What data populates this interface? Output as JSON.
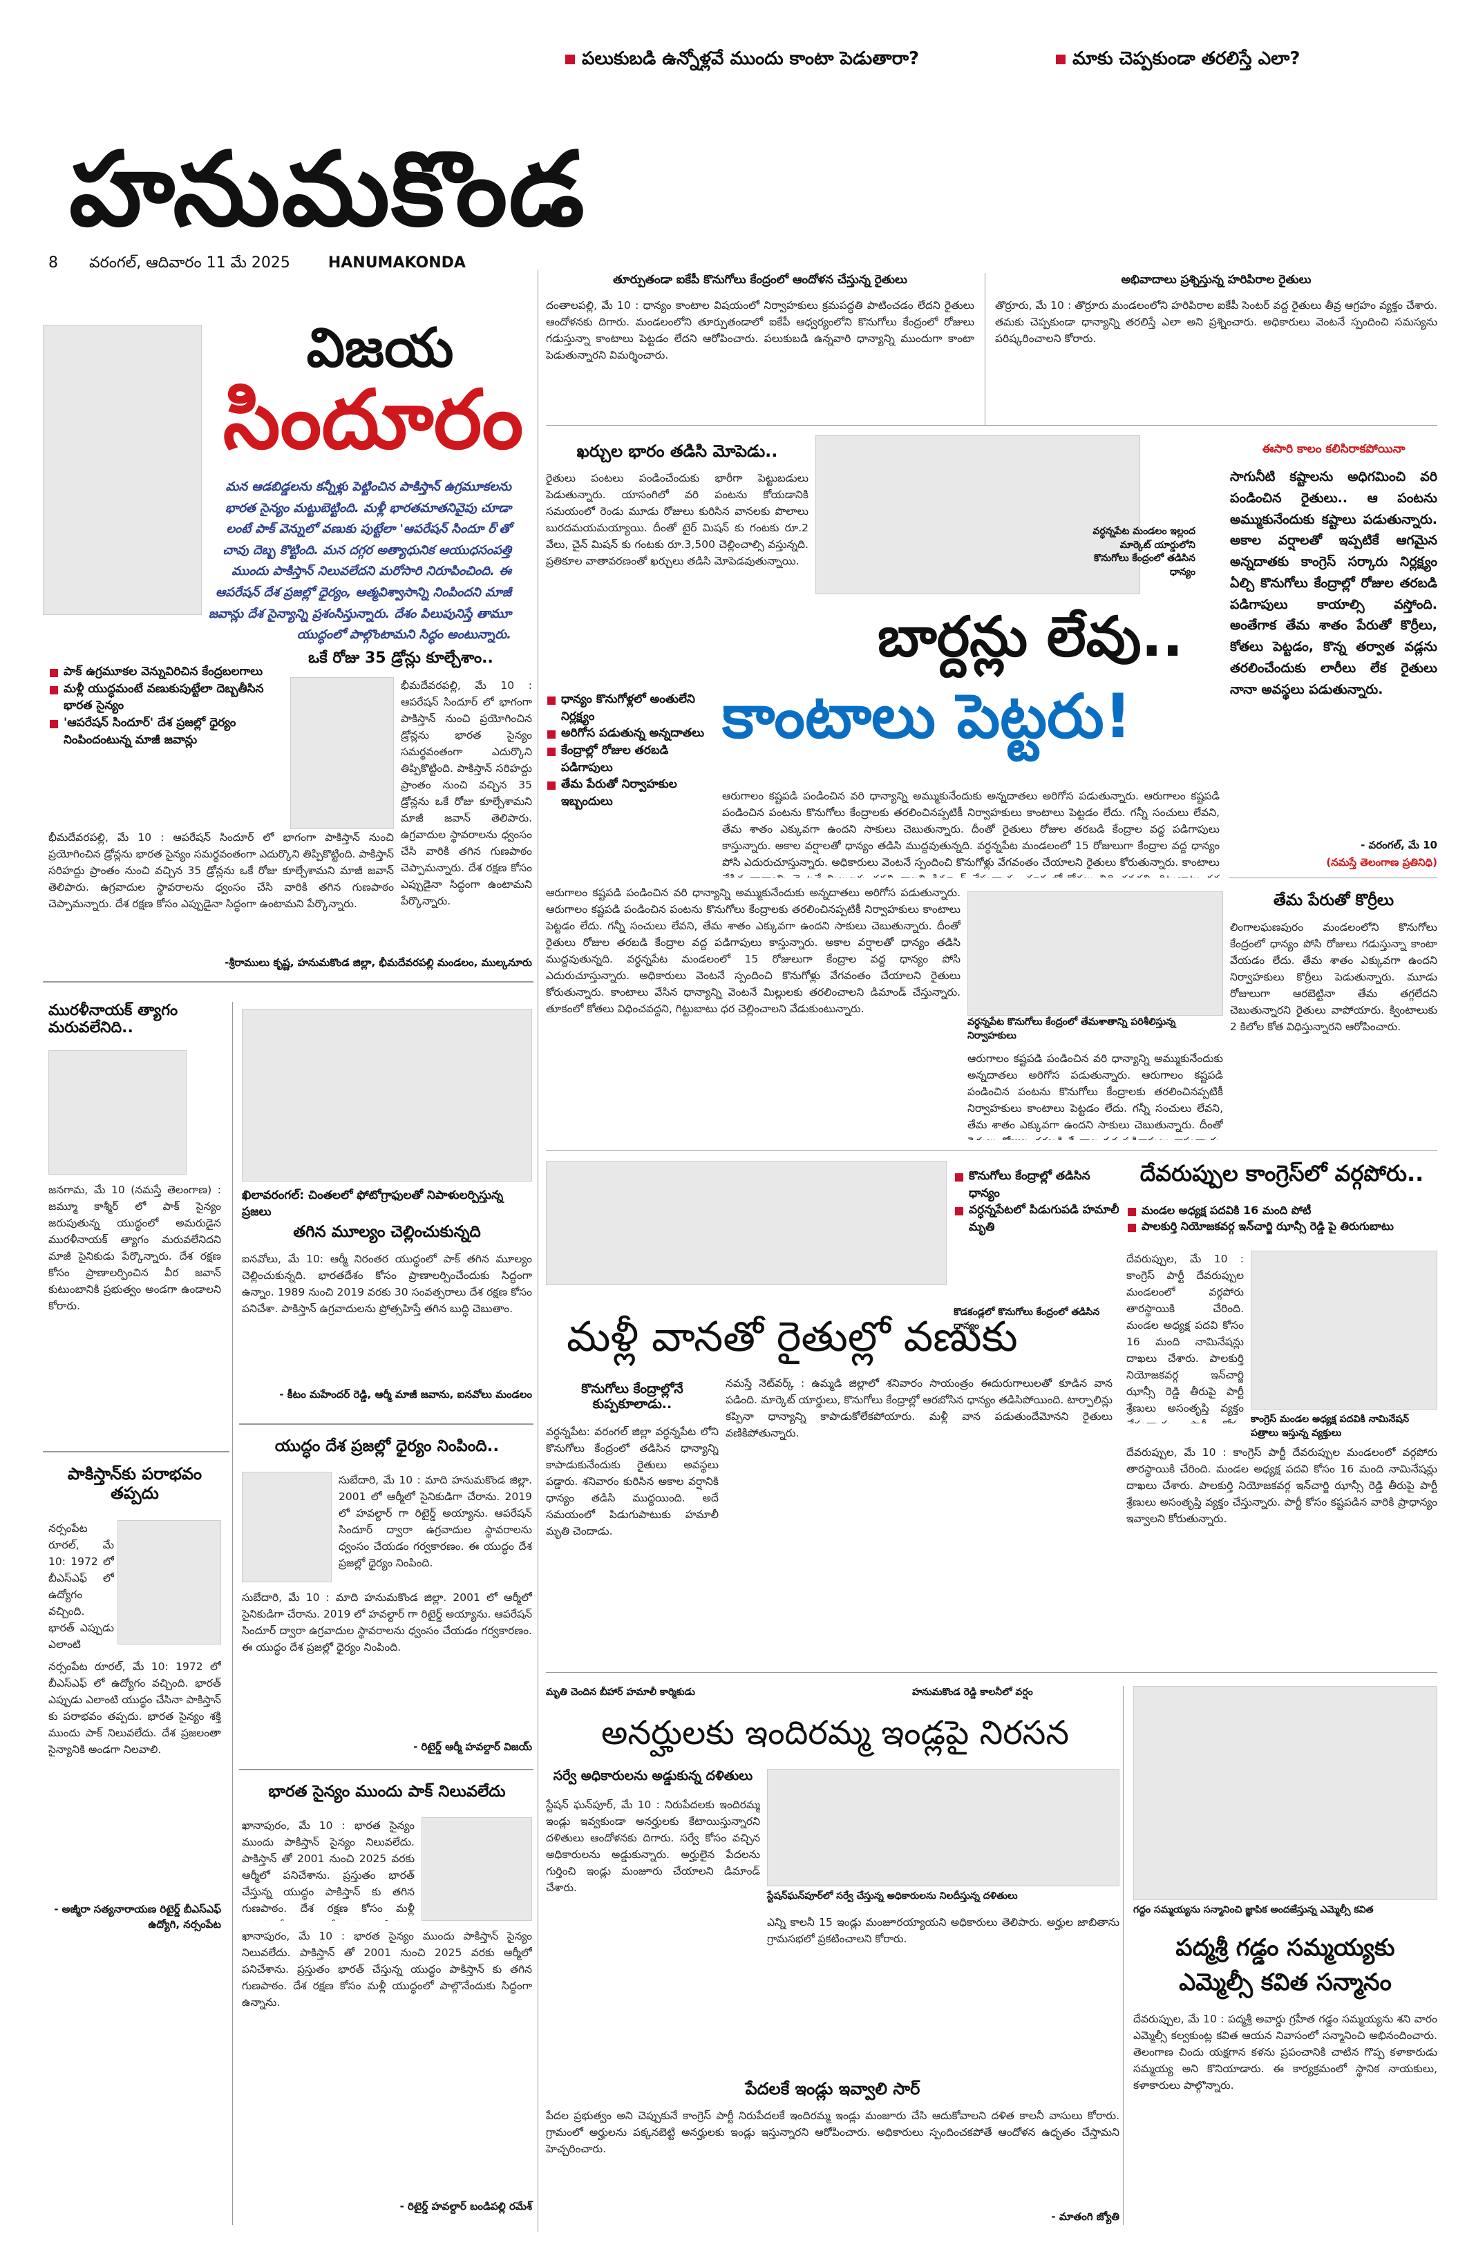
{
  "teasers": [
    "పలుకుబడి ఉన్నోళ్లవే ముందు కాంటా పెడుతారా?",
    "మాకు చెప్పకుండా తరలిస్తే ఎలా?"
  ],
  "masthead": {
    "title": "హనుమకొండ",
    "page": "8",
    "date": "వరంగల్, ఆదివారం 11 మే 2025",
    "edition": "HANUMAKONDA"
  },
  "vijaya": {
    "title1": "విజయ",
    "title2": "సిందూరం",
    "intro": "మన ఆడబిడ్డలను కన్నీళ్లు పెట్టించిన పాకిస్తాన్ ఉగ్రమూకలను భారత సైన్యం మట్టుబెట్టింది. మళ్లీ భారతమాతనివైపు చూడా లంటే పాక్ వెన్నులో వణుకు పుట్టేలా 'ఆపరేషన్ సిందూ ర్'తో చావు దెబ్బ కొట్టింది. మన దగ్గర అత్యాధునిక ఆయుధసంపత్తి ముందు పాకిస్తాన్ నిలువలేదని మరోసారి నిరూపించింది. ఈ ఆపరేషన్ దేశ ప్రజల్లో ధైర్యం, ఆత్మవిశ్వాసాన్ని నింపిందని మాజీ జవాన్లు దేశ సైన్యాన్ని ప్రశంసిస్తున్నారు. దేశం పిలుపునిస్తే తామూ యుద్ధంలో పాల్గొంటామని సిద్ధం అంటున్నారు."
  },
  "drones": {
    "headline": "ఒకే రోజు 35 డ్రోన్లు కూల్చేశాం..",
    "bullets": [
      "పాక్ ఉగ్రమూకల వెన్నువిరిచిన కేంద్రబలగాలు",
      "మళ్లీ యుద్ధమంటే వణుకుపుట్టేలా దెబ్బతీసిన భారత సైన్యం",
      "'ఆపరేషన్ సిందూర్' దేశ ప్రజల్లో ధైర్యం నింపిందంటున్న మాజీ జవాన్లు"
    ],
    "body": "భీమదేవరపల్లి, మే 10 : ఆపరేషన్ సిందూర్ లో భాగంగా పాకిస్తాన్ నుంచి ప్రయోగించిన డ్రోన్లను భారత సైన్యం సమర్థవంతంగా ఎదుర్కొని తిప్పికొట్టింది. పాకిస్తాన్ సరిహద్దు ప్రాంతం నుంచి వచ్చిన 35 డ్రోన్లను ఒకే రోజు కూల్చేశామని మాజీ జవాన్ తెలిపారు. ఉగ్రవాదుల స్థావరాలను ధ్వంసం చేసి వారికి తగిన గుణపాఠం చెప్పామన్నారు. దేశ రక్షణ కోసం ఎప్పుడైనా సిద్ధంగా ఉంటామని పేర్కొన్నారు.",
    "credit": "-శ్రీరాములు కృష్ణ, హనుమకొండ జిల్లా, భీమదేవరపల్లి మండలం, ముల్కనూరు"
  },
  "murali": {
    "headline": "మురళీనాయక్ త్యాగం మరువలేనిది..",
    "body": "జనగామ, మే 10 (నమస్తే తెలంగాణ) : జమ్మూ కాశ్మీర్ లో పాక్ సైన్యం జరుపుతున్న యుద్ధంలో అమరుడైన మురళీనాయక్ త్యాగం మరువలేనిదని మాజీ సైనికుడు పేర్కొన్నారు. దేశ రక్షణ కోసం ప్రాణాలర్పించిన వీర జవాన్ కుటుంబానికి ప్రభుత్వం అండగా ఉండాలని కోరారు."
  },
  "pakistan": {
    "headline": "పాకిస్తాన్‌కు పరాభవం తప్పదు",
    "body": "నర్సంపేట రూరల్, మే 10: 1972 లో బీఎస్ఎఫ్ లో ఉద్యోగం వచ్చింది. భారత్ ఎప్పుడు ఎలాంటి యుద్ధం చేసినా పాకిస్తాన్ కు పరాభవం తప్పదు. భారత సైన్యం శక్తి ముందు పాక్ నిలువలేదు. దేశ ప్రజలంతా సైన్యానికి అండగా నిలవాలి.",
    "credit": "- అజ్మీరా సత్యనారాయణ రిటైర్డ్ బీఎస్ఎఫ్ ఉద్యోగి, నర్సంపేట"
  },
  "tagina": {
    "kicker": "ఖిలావరంగల్: చింతలలో ఫోటోగ్రాఫులతో నిపాళులర్పిస్తున్న ప్రజలు",
    "headline": "తగిన మూల్యం చెల్లించుకున్నది",
    "body": "ఐనవోలు, మే 10: ఆర్మీ నిరంతర యుద్ధంలో పాక్ తగిన మూల్యం చెల్లించుకున్నది. భారతదేశం కోసం ప్రాణాలర్పించేందుకు సిద్ధంగా ఉన్నాం. 1989 నుంచి 2019 వరకు 30 సంవత్సరాలు దేశ రక్షణ కోసం పనిచేశా. పాకిస్తాన్ ఉగ్రవాదులను ప్రోత్సహిస్తే తగిన బుద్ధి చెబుతాం.",
    "credit": "- కీటం మహేందర్ రెడ్డి, ఆర్మీ మాజీ జవాను, ఐనవోలు మండలం"
  },
  "yuddham": {
    "headline": "యుద్ధం దేశ ప్రజల్లో ధైర్యం నింపింది..",
    "body": "సుబేదారి, మే 10 : మాది హనుమకొండ జిల్లా. 2001 లో ఆర్మీలో సైనికుడిగా చేరాను. 2019 లో హవల్దార్ గా రిటైర్డ్ అయ్యాను. ఆపరేషన్ సిందూర్ ద్వారా ఉగ్రవాదుల స్థావరాలను ధ్వంసం చేయడం గర్వకారణం. ఈ యుద్ధం దేశ ప్రజల్లో ధైర్యం నింపింది.",
    "credit": "- రిటైర్డ్ ఆర్మీ హవల్దార్ విజయ్"
  },
  "bharata": {
    "headline": "భారత సైన్యం ముందు పాక్ నిలువలేదు",
    "body": "ఖానాపురం, మే 10 : భారత సైన్యం ముందు పాకిస్తాన్ సైన్యం నిలువలేదు. పాకిస్తాన్ తో 2001 నుంచి 2025 వరకు ఆర్మీలో పనిచేశాను. ప్రస్తుతం భారత్ చేస్తున్న యుద్ధం పాకిస్తాన్ కు తగిన గుణపాఠం. దేశ రక్షణ కోసం మళ్లీ యుద్ధంలో పాల్గొనేందుకు సిద్ధంగా ఉన్నాను.",
    "credit": "- రిటైర్డ్ హవల్దార్ బండిపల్లి రమేశ్"
  },
  "tur": {
    "kicker": "తూర్పుతండా ఐకేపీ కొనుగోలు కేంద్రంలో ఆందోళన చేస్తున్న రైతులు",
    "body": "దంతాలపల్లి, మే 10 : ధాన్యం కాంటాల విషయంలో నిర్వాహకులు క్రమపద్ధతి పాటించడం లేదని రైతులు ఆందోళనకు దిగారు. మండలంలోని తూర్పుతండాలో ఐకేపీ ఆధ్వర్యంలోని కొనుగోలు కేంద్రంలో రోజులు గడుస్తున్నా కాంటాలు పెట్టడం లేదని ఆరోపించారు. పలుకుబడి ఉన్నవారి ధాన్యాన్ని ముందుగా కాంటా పెడుతున్నారని విమర్శించారు."
  },
  "abhi": {
    "kicker": "అభివాదాలు ప్రశ్నిస్తున్న హరిపిరాల రైతులు",
    "body": "తొర్రూరు, మే 10 : తొర్రూరు మండలంలోని హరిపిరాల ఐకేపీ సెంటర్ వద్ద రైతులు తీవ్ర ఆగ్రహం వ్యక్తం చేశారు. తమకు చెప్పకుండా ధాన్యాన్ని తరలిస్తే ఎలా అని ప్రశ్నించారు. అధికారులు వెంటనే స్పందించి సమస్యను పరిష్కరించాలని కోరారు."
  },
  "kharchu": {
    "headline": "ఖర్చుల భారం తడిసి మోపెడు..",
    "body": "రైతులు పంటలు పండించేందుకు భారీగా పెట్టుబడులు పెడుతున్నారు. యాసంగిలో వరి పంటను కోయడానికి సమయంలో రెండు మూడు రోజులు కురిసిన వానలకు పొలాలు బురదమయమయ్యాయి. దీంతో టైర్ మిషన్ కు గంటకు రూ.2 వేలు, చైన్ మిషన్ కు గంటకు రూ.3,500 చెల్లించాల్సి వస్తున్నది. ప్రతికూల వాతావరణంతో ఖర్చులు తడిసి మోపెడవుతున్నాయి."
  },
  "bardan": {
    "line1": "బార్దన్లు లేవు..",
    "line2": "కాంటాలు పెట్టరు!",
    "photo_caption": "వర్ధన్నపేట మండలం ఇల్లంద మార్కెట్ యార్డులోని కొనుగోలు కేంద్రంలో తడిసిన ధాన్యం",
    "bullets": [
      "ధాన్యం కొనుగోళ్లలో అంతులేని నిర్లక్ష్యం",
      "అరిగోస పడుతున్న అన్నదాతలు",
      "కేంద్రాల్లో రోజుల తరబడి పడిగాపులు",
      "తేమ పేరుతో నిర్వాహకుల ఇబ్బందులు"
    ],
    "body": "ఆరుగాలం కష్టపడి పండించిన వరి ధాన్యాన్ని అమ్ముకునేందుకు అన్నదాతలు అరిగోస పడుతున్నారు. ఆరుగాలం కష్టపడి పండించిన పంటను కొనుగోలు కేంద్రాలకు తరలించినప్పటికీ నిర్వాహకులు కాంటాలు పెట్టడం లేదు. గన్నీ సంచులు లేవని, తేమ శాతం ఎక్కువగా ఉందని సాకులు చెబుతున్నారు. దీంతో రైతులు రోజుల తరబడి కేంద్రాల వద్ద పడిగాపులు కాస్తున్నారు. అకాల వర్షాలతో ధాన్యం తడిసి ముద్దవుతున్నది. వర్ధన్నపేట మండలంలో 15 రోజులుగా కేంద్రాల వద్ద ధాన్యం పోసి ఎదురుచూస్తున్నారు. అధికారులు వెంటనే స్పందించి కొనుగోళ్లు వేగవంతం చేయాలని రైతులు కోరుతున్నారు. కాంటాలు వేసిన ధాన్యాన్ని వెంటనే మిల్లులకు తరలించాలని డిమాండ్ చేస్తున్నారు. తూకంలో కోతలు విధించవద్దని, గిట్టుబాటు ధర చెల్లించాలని వేడుకుంటున్నారు."
  },
  "vardhanna_caption": "వర్ధన్నపేట కొనుగోలు కేంద్రంలో తేమశాతాన్ని పరిశీలిస్తున్న నిర్వాహకులు",
  "red_col": {
    "kicker": "ఈసారి కాలం కలిసిరాకపోయినా",
    "body": "సాగునీటి కష్టాలను అధిగమించి వరి పండించిన రైతులు.. ఆ పంటను అమ్ముకునేందుకు కష్టాలు పడుతున్నారు. అకాల వర్షాలతో ఇప్పటికే ఆగమైన అన్నదాతకు కాంగ్రెస్ సర్కారు నిర్లక్ష్యం ఏల్చి కొనుగోలు కేంద్రాల్లో రోజుల తరబడి పడిగాపులు కాయాల్సి వస్తోంది. అంతేగాక తేమ శాతం పేరుతో కొర్రీలు, కోతలు పెట్టడం, కొన్న తర్వాత వడ్లను తరలించేందుకు లారీలు లేక రైతులు నానా అవస్థలు పడుతున్నారు.",
    "credit": "- వరంగల్, మే 10",
    "credit2": "(నమస్తే తెలంగాణ ప్రతినిధి)"
  },
  "teema": {
    "headline": "తేమ పేరుతో కొర్రీలు",
    "body": "లింగాలఘణపురం మండలంలోని కొనుగోలు కేంద్రంలో ధాన్యం పోసి రోజులు గడుస్తున్నా కాంటా వేయడం లేదు. తేమ శాతం ఎక్కువగా ఉందని నిర్వాహకులు కొర్రీలు పెడుతున్నారు. మూడు రోజులుగా ఆరబెట్టినా తేమ తగ్గలేదని చెబుతున్నారని రైతులు వాపోయారు. క్వింటాలుకు 2 కిలోల కోత విధిస్తున్నారని ఆరోపించారు."
  },
  "konugolu": {
    "bullets": [
      "కొనుగోలు కేంద్రాల్లో తడిసిన ధాన్యం",
      "వర్ధన్నపేటలో పిడుగుపడి హమాలీ మృతి"
    ],
    "caption": "కొడకండ్లలో కొనుగోలు కేంద్రంలో తడిసిన ధాన్యం"
  },
  "malli": {
    "headline": "మళ్లీ వానతో రైతుల్లో వణుకు",
    "sub": "కొనుగోలు కేంద్రాల్లోనే కుప్పకూలాడు..",
    "body1": "వర్ధన్నపేట: వరంగల్ జిల్లా వర్ధన్నపేట లోని కొనుగోలు కేంద్రంలో తడిసిన ధాన్యాన్ని కాపాడుకునేందుకు రైతులు అవస్థలు పడ్డారు. శనివారం కురిసిన అకాల వర్షానికి ధాన్యం తడిసి ముద్దయింది. అదే సమయంలో పిడుగుపాటుకు హమాలీ మృతి చెందాడు.",
    "body2": "నమస్తే నెట్‌వర్క్ : ఉమ్మడి జిల్లాలో శనివారం సాయంత్రం ఈదురుగాలులతో కూడిన వాన పడింది. మార్కెట్ యార్డులు, కొనుగోలు కేంద్రాల్లో ఆరబోసిన ధాన్యం తడిసిపోయింది. టార్పాలిన్లు కప్పినా ధాన్యాన్ని కాపాడుకోలేకపోయారు. మళ్లీ వాన పడుతుందేమోనని రైతులు వణికిపోతున్నారు."
  },
  "devarup": {
    "headline": "దేవరుప్పుల కాంగ్రెస్‌లో వర్గపోరు..",
    "bullets": [
      "మండల అధ్యక్ష పదవికి 16 మంది పోటీ",
      "పాలకుర్తి నియోజకవర్గ ఇన్‌చార్జి ఝాన్సీ రెడ్డి పై తిరుగుబాటు"
    ],
    "photo_caption": "కాంగ్రెస్ మండల అధ్యక్ష పదవికి నామినేషన్ పత్రాలు ఇస్తున్న వ్యక్తులు",
    "body": "దేవరుప్పుల, మే 10 : కాంగ్రెస్ పార్టీ దేవరుప్పుల మండలంలో వర్గపోరు తారస్థాయికి చేరింది. మండల అధ్యక్ష పదవి కోసం 16 మంది నామినేషన్లు దాఖలు చేశారు. పాలకుర్తి నియోజకవర్గ ఇన్‌చార్జి ఝాన్సీ రెడ్డి తీరుపై పార్టీ శ్రేణులు అసంతృప్తి వ్యక్తం చేస్తున్నారు. పార్టీ కోసం కష్టపడిన వారికి ప్రాధాన్యం ఇవ్వాలని కోరుతున్నారు."
  },
  "anarhulu": {
    "kicker1": "మృతి చెందిన బీహార్ హమాలీ కార్మికుడు",
    "kicker2": "హనుమకొండ రెడ్డి కాలనీలో వర్షం",
    "headline": "అనర్హులకు ఇందిరమ్మ ఇండ్లపై నిరసన",
    "sub": "సర్వే అధికారులను అడ్డుకున్న దళితులు",
    "body": "స్టేషన్ ఘన్‌పూర్, మే 10 : నిరుపేదలకు ఇందిరమ్మ ఇండ్లు ఇవ్వకుండా అనర్హులకు కేటాయిస్తున్నారని దళితులు ఆందోళనకు దిగారు. సర్వే కోసం వచ్చిన అధికారులను అడ్డుకున్నారు. అర్హులైన పేదలను గుర్తించి ఇండ్లు మంజూరు చేయాలని డిమాండ్ చేశారు.",
    "photo_caption": "స్టేషన్‌ఘన్‌పూర్‌లో సర్వే చేస్తున్న అధికారులను నిలదీస్తున్న దళితులు",
    "body2": "ఎన్ని కాలనీ 15 ఇండ్లు మంజూరయ్యాయని అధికారులు తెలిపారు. అర్హుల జాబితాను గ్రామసభలో ప్రకటించాలని కోరారు.",
    "sub2": "పేదలకే ఇండ్లు ఇవ్వాలి సార్",
    "body3": "పేదల ప్రభుత్వం అని చెప్పుకునే కాంగ్రెస్ పార్టీ నిరుపేదలకే ఇందిరమ్మ ఇండ్లు మంజూరు చేసి ఆదుకోవాలని దళిత కాలనీ వాసులు కోరారు. గ్రామంలో అర్హులను పక్కనబెట్టి అనర్హులకు ఇండ్లు ఇస్తున్నారని ఆరోపించారు. అధికారులు స్పందించకపోతే ఆందోళన ఉధృతం చేస్తామని హెచ్చరించారు.",
    "credit": "- మాతంగి జ్యోతి"
  },
  "padmasri": {
    "kicker": "గద్దం సమ్మయ్యను సన్మానించి జ్ఞాపిక అందజేస్తున్న ఎమ్మెల్సీ కవిత",
    "headline1": "పద్మశ్రీ గడ్డం సమ్మయ్యకు",
    "headline2": "ఎమ్మెల్సీ కవిత సన్మానం",
    "body": "దేవరుప్పుల, మే 10 : పద్మశ్రీ అవార్డు గ్రహీత గడ్డం సమ్మయ్యను శని వారం ఎమ్మెల్సీ కల్వకుంట్ల కవిత ఆయన నివాసంలో సన్మానించి అభినందించారు. తెలంగాణ చిందు యక్షగాన కళను ప్రపంచానికి చాటిన గొప్ప కళాకారుడు సమ్మయ్య అని కొనియాడారు. ఈ కార్యక్రమంలో స్థానిక నాయకులు, కళాకారులు పాల్గొన్నారు."
  }
}
